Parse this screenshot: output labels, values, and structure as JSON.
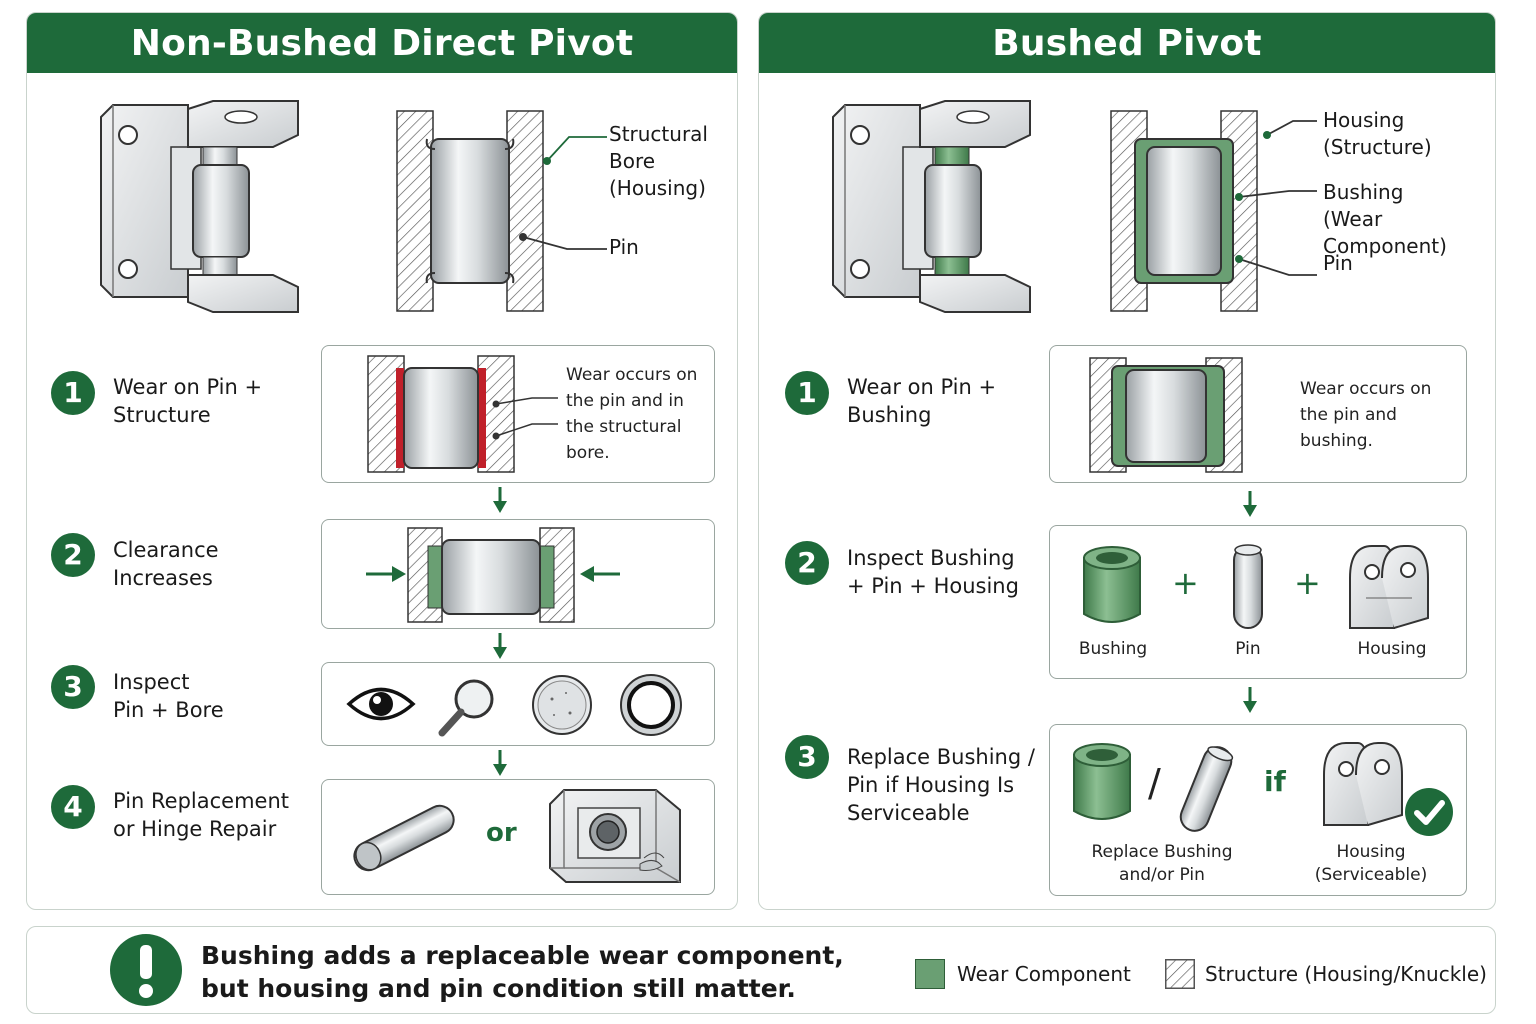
{
  "colors": {
    "brand_green": "#1e6a3a",
    "wear_green": "#6a9f73",
    "wear_red": "#c0202a",
    "structure_hatch": "#555555"
  },
  "left": {
    "title": "Non-Bushed Direct Pivot",
    "callouts": {
      "structural_bore": "Structural\nBore\n(Housing)",
      "pin": "Pin"
    },
    "steps": [
      {
        "num": "1",
        "label": "Wear on Pin +\nStructure",
        "detail": "Wear occurs on\nthe pin and in\nthe structural\nbore."
      },
      {
        "num": "2",
        "label": "Clearance\nIncreases"
      },
      {
        "num": "3",
        "label": "Inspect\nPin + Bore"
      },
      {
        "num": "4",
        "label": "Pin Replacement\nor Hinge Repair",
        "or_label": "or"
      }
    ]
  },
  "right": {
    "title": "Bushed Pivot",
    "callouts": {
      "housing": "Housing\n(Structure)",
      "bushing": "Bushing\n(Wear Component)",
      "pin": "Pin"
    },
    "steps": [
      {
        "num": "1",
        "label": "Wear on Pin +\nBushing",
        "detail": "Wear occurs on\nthe pin and\nbushing."
      },
      {
        "num": "2",
        "label": "Inspect Bushing\n+ Pin + Housing",
        "items": [
          "Bushing",
          "Pin",
          "Housing"
        ],
        "plus": "+"
      },
      {
        "num": "3",
        "label": "Replace Bushing /\nPin if Housing Is\nServiceable",
        "slash": "/",
        "if_label": "if",
        "replace_caption": "Replace Bushing\nand/or Pin",
        "housing_caption": "Housing\n(Serviceable)"
      }
    ]
  },
  "footer": {
    "note": "Bushing adds a replaceable wear component,\nbut housing and pin condition still matter.",
    "legend": [
      {
        "label": "Wear Component",
        "swatch": "wear"
      },
      {
        "label": "Structure (Housing/Knuckle)",
        "swatch": "hatch"
      }
    ]
  },
  "icons": [
    "hinge-icon",
    "eye-icon",
    "magnifier-icon",
    "worn-pin-end-icon",
    "bore-ring-icon",
    "pin-icon",
    "repaired-knuckle-icon",
    "bushing-icon",
    "clevis-housing-icon",
    "check-icon",
    "exclamation-icon",
    "down-arrow-icon"
  ]
}
